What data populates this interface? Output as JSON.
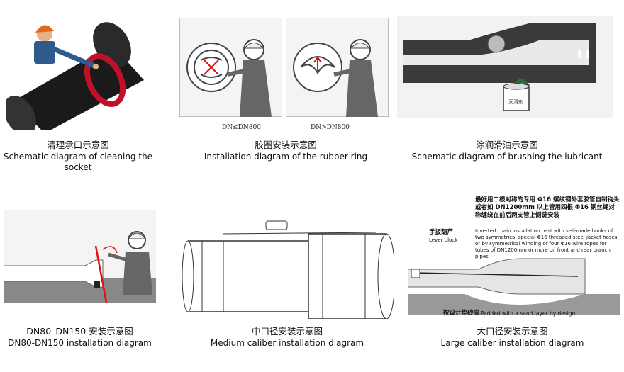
{
  "panels": [
    {
      "zh": "清理承口示意图",
      "en": "Schematic diagram of cleaning the socket"
    },
    {
      "zh": "胶圈安装示意图",
      "en": "Installation diagram of the rubber ring",
      "labels": [
        "DN≤DN800",
        "DN>DN800"
      ]
    },
    {
      "zh": "涂润滑油示意图",
      "en": "Schematic diagram of brushing the lubricant",
      "bucket_label": "润滑剂"
    },
    {
      "zh": "DN80–DN150 安装示意图",
      "en": "DN80-DN150 installation diagram"
    },
    {
      "zh": "中口径安装示意图",
      "en": "Medium caliber installation diagram"
    },
    {
      "zh": "大口径安装示意图",
      "en": "Large caliber installation diagram",
      "note_zh": "最好用二根对称的专用 Φ16 螺纹钢外套胶管自制钩头或者如 DN1200mm 以上管用四根 Φ16 钢丝绳对称缠绕在前后两支管上侧链安装",
      "note_en": "Inverted chain installation best with self-made hooks of two symmetrical special Φ16 threaded steel jacket hoses or by symmetrical winding of four Φ16 wire ropes for tubes of DN1200mm or more on front and rear branch pipes",
      "lever_zh": "手扳葫芦",
      "lever_en": "Lever block",
      "sand_zh": "按设计垫砂层",
      "sand_en": "Padded with a sand layer by design"
    }
  ]
}
